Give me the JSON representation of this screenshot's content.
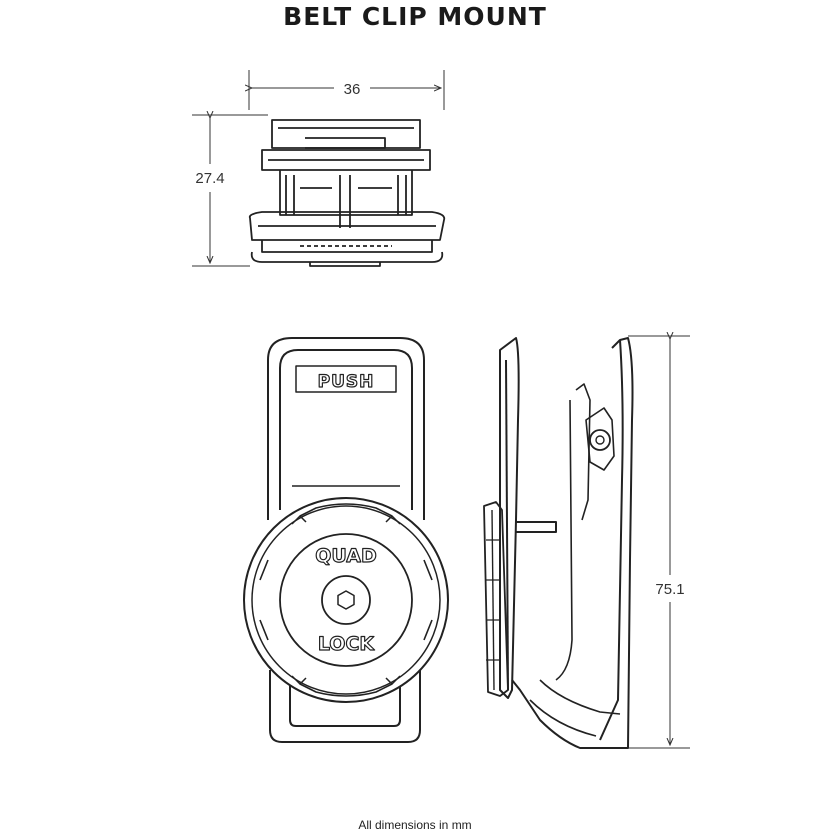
{
  "title": "BELT CLIP MOUNT",
  "dimensions": {
    "width": "36",
    "height_top": "27.4",
    "height_side": "75.1"
  },
  "labels": {
    "push": "PUSH",
    "brand_line1": "QUAD",
    "brand_line2": "LOCK"
  },
  "footer": "All dimensions in mm"
}
